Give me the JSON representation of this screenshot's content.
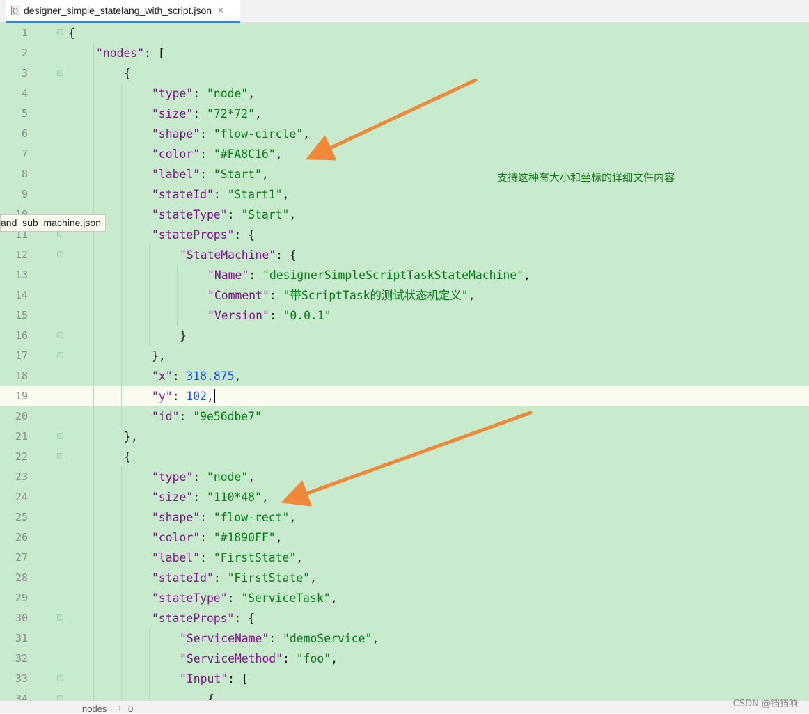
{
  "tab": {
    "filename": "designer_simple_statelang_with_script.json"
  },
  "side_tab": {
    "label": "and_sub_machine.json"
  },
  "annotation": "支持这种有大小和坐标的详细文件内容",
  "colors": {
    "editor_bg": "#c7ebcc",
    "arrow": "#f0883a",
    "key": "#871094",
    "string": "#067d17",
    "number": "#1750eb",
    "tab_underline": "#4083c9"
  },
  "icons": [
    "json-file-icon",
    "close-icon",
    "arrow-icon"
  ],
  "code_lines": [
    {
      "n": "1",
      "indent": 0,
      "parts": [
        [
          "p",
          "{"
        ]
      ]
    },
    {
      "n": "2",
      "indent": 1,
      "parts": [
        [
          "k",
          "\"nodes\""
        ],
        [
          "p",
          ": ["
        ]
      ]
    },
    {
      "n": "3",
      "indent": 2,
      "parts": [
        [
          "p",
          "{"
        ]
      ]
    },
    {
      "n": "4",
      "indent": 3,
      "parts": [
        [
          "k",
          "\"type\""
        ],
        [
          "p",
          ": "
        ],
        [
          "s",
          "\"node\""
        ],
        [
          "p",
          ","
        ]
      ]
    },
    {
      "n": "5",
      "indent": 3,
      "parts": [
        [
          "k",
          "\"size\""
        ],
        [
          "p",
          ": "
        ],
        [
          "s",
          "\"72*72\""
        ],
        [
          "p",
          ","
        ]
      ]
    },
    {
      "n": "6",
      "indent": 3,
      "parts": [
        [
          "k",
          "\"shape\""
        ],
        [
          "p",
          ": "
        ],
        [
          "s",
          "\"flow-circle\""
        ],
        [
          "p",
          ","
        ]
      ]
    },
    {
      "n": "7",
      "indent": 3,
      "parts": [
        [
          "k",
          "\"color\""
        ],
        [
          "p",
          ": "
        ],
        [
          "s",
          "\"#FA8C16\""
        ],
        [
          "p",
          ","
        ]
      ]
    },
    {
      "n": "8",
      "indent": 3,
      "parts": [
        [
          "k",
          "\"label\""
        ],
        [
          "p",
          ": "
        ],
        [
          "s",
          "\"Start\""
        ],
        [
          "p",
          ","
        ]
      ]
    },
    {
      "n": "9",
      "indent": 3,
      "parts": [
        [
          "k",
          "\"stateId\""
        ],
        [
          "p",
          ": "
        ],
        [
          "s",
          "\"Start1\""
        ],
        [
          "p",
          ","
        ]
      ]
    },
    {
      "n": "10",
      "indent": 3,
      "parts": [
        [
          "k",
          "\"stateType\""
        ],
        [
          "p",
          ": "
        ],
        [
          "s",
          "\"Start\""
        ],
        [
          "p",
          ","
        ]
      ]
    },
    {
      "n": "11",
      "indent": 3,
      "parts": [
        [
          "k",
          "\"stateProps\""
        ],
        [
          "p",
          ": {"
        ]
      ]
    },
    {
      "n": "12",
      "indent": 4,
      "parts": [
        [
          "k",
          "\"StateMachine\""
        ],
        [
          "p",
          ": {"
        ]
      ]
    },
    {
      "n": "13",
      "indent": 5,
      "parts": [
        [
          "k",
          "\"Name\""
        ],
        [
          "p",
          ": "
        ],
        [
          "s",
          "\"designerSimpleScriptTaskStateMachine\""
        ],
        [
          "p",
          ","
        ]
      ]
    },
    {
      "n": "14",
      "indent": 5,
      "parts": [
        [
          "k",
          "\"Comment\""
        ],
        [
          "p",
          ": "
        ],
        [
          "s",
          "\"带ScriptTask的测试状态机定义\""
        ],
        [
          "p",
          ","
        ]
      ]
    },
    {
      "n": "15",
      "indent": 5,
      "parts": [
        [
          "k",
          "\"Version\""
        ],
        [
          "p",
          ": "
        ],
        [
          "s",
          "\"0.0.1\""
        ]
      ]
    },
    {
      "n": "16",
      "indent": 4,
      "parts": [
        [
          "p",
          "}"
        ]
      ]
    },
    {
      "n": "17",
      "indent": 3,
      "parts": [
        [
          "p",
          "},"
        ]
      ]
    },
    {
      "n": "18",
      "indent": 3,
      "parts": [
        [
          "k",
          "\"x\""
        ],
        [
          "p",
          ": "
        ],
        [
          "n",
          "318.875"
        ],
        [
          "p",
          ","
        ]
      ]
    },
    {
      "n": "19",
      "indent": 3,
      "current": true,
      "parts": [
        [
          "k",
          "\"y\""
        ],
        [
          "p",
          ": "
        ],
        [
          "n",
          "102"
        ],
        [
          "p",
          ","
        ]
      ]
    },
    {
      "n": "20",
      "indent": 3,
      "parts": [
        [
          "k",
          "\"id\""
        ],
        [
          "p",
          ": "
        ],
        [
          "s",
          "\"9e56dbe7\""
        ]
      ]
    },
    {
      "n": "21",
      "indent": 2,
      "parts": [
        [
          "p",
          "},"
        ]
      ]
    },
    {
      "n": "22",
      "indent": 2,
      "parts": [
        [
          "p",
          "{"
        ]
      ]
    },
    {
      "n": "23",
      "indent": 3,
      "parts": [
        [
          "k",
          "\"type\""
        ],
        [
          "p",
          ": "
        ],
        [
          "s",
          "\"node\""
        ],
        [
          "p",
          ","
        ]
      ]
    },
    {
      "n": "24",
      "indent": 3,
      "parts": [
        [
          "k",
          "\"size\""
        ],
        [
          "p",
          ": "
        ],
        [
          "s",
          "\"110*48\""
        ],
        [
          "p",
          ","
        ]
      ]
    },
    {
      "n": "25",
      "indent": 3,
      "parts": [
        [
          "k",
          "\"shape\""
        ],
        [
          "p",
          ": "
        ],
        [
          "s",
          "\"flow-rect\""
        ],
        [
          "p",
          ","
        ]
      ]
    },
    {
      "n": "26",
      "indent": 3,
      "parts": [
        [
          "k",
          "\"color\""
        ],
        [
          "p",
          ": "
        ],
        [
          "s",
          "\"#1890FF\""
        ],
        [
          "p",
          ","
        ]
      ]
    },
    {
      "n": "27",
      "indent": 3,
      "parts": [
        [
          "k",
          "\"label\""
        ],
        [
          "p",
          ": "
        ],
        [
          "s",
          "\"FirstState\""
        ],
        [
          "p",
          ","
        ]
      ]
    },
    {
      "n": "28",
      "indent": 3,
      "parts": [
        [
          "k",
          "\"stateId\""
        ],
        [
          "p",
          ": "
        ],
        [
          "s",
          "\"FirstState\""
        ],
        [
          "p",
          ","
        ]
      ]
    },
    {
      "n": "29",
      "indent": 3,
      "parts": [
        [
          "k",
          "\"stateType\""
        ],
        [
          "p",
          ": "
        ],
        [
          "s",
          "\"ServiceTask\""
        ],
        [
          "p",
          ","
        ]
      ]
    },
    {
      "n": "30",
      "indent": 3,
      "parts": [
        [
          "k",
          "\"stateProps\""
        ],
        [
          "p",
          ": {"
        ]
      ]
    },
    {
      "n": "31",
      "indent": 4,
      "parts": [
        [
          "k",
          "\"ServiceName\""
        ],
        [
          "p",
          ": "
        ],
        [
          "s",
          "\"demoService\""
        ],
        [
          "p",
          ","
        ]
      ]
    },
    {
      "n": "32",
      "indent": 4,
      "parts": [
        [
          "k",
          "\"ServiceMethod\""
        ],
        [
          "p",
          ": "
        ],
        [
          "s",
          "\"foo\""
        ],
        [
          "p",
          ","
        ]
      ]
    },
    {
      "n": "33",
      "indent": 4,
      "parts": [
        [
          "k",
          "\"Input\""
        ],
        [
          "p",
          ": ["
        ]
      ]
    },
    {
      "n": "34",
      "indent": 5,
      "parts": [
        [
          "p",
          "{"
        ]
      ]
    }
  ],
  "breadcrumb": [
    "nodes",
    "0"
  ],
  "watermark": "CSDN @铛铛响"
}
